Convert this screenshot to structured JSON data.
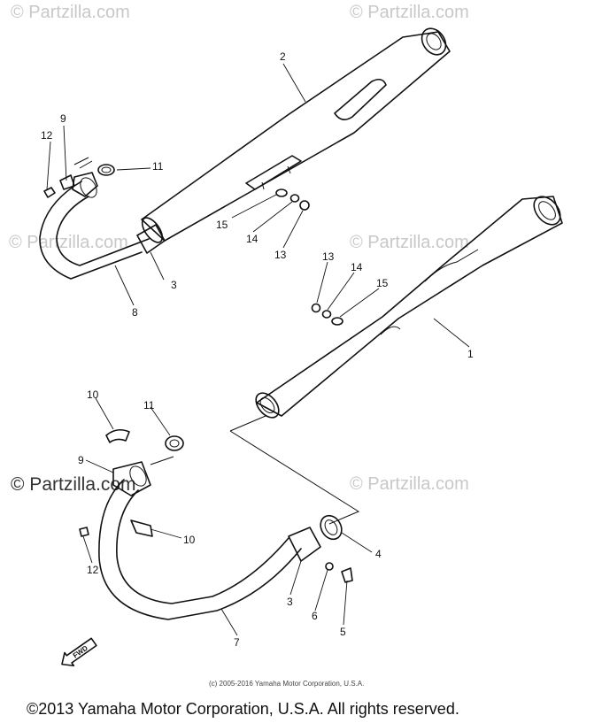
{
  "watermarks": {
    "text": "© Partzilla.com",
    "prominent": "© Partzilla.com"
  },
  "callouts": {
    "part_1": "1",
    "part_2": "2",
    "part_3_upper": "3",
    "part_3_lower": "3",
    "part_4": "4",
    "part_5": "5",
    "part_6": "6",
    "part_7": "7",
    "part_8": "8",
    "part_9_upper": "9",
    "part_9_lower": "9",
    "part_10_upper": "10",
    "part_10_lower": "10",
    "part_11_upper": "11",
    "part_11_lower": "11",
    "part_12_upper": "12",
    "part_12_lower": "12",
    "part_13_left": "13",
    "part_13_right": "13",
    "part_14_left": "14",
    "part_14_right": "14",
    "part_15_left": "15",
    "part_15_right": "15"
  },
  "fwd_label": "FWD",
  "small_copyright": "(c) 2005-2016 Yamaha Motor Corporation, U.S.A.",
  "footer_copyright": "©2013 Yamaha Motor Corporation, U.S.A. All rights reserved.",
  "colors": {
    "line": "#111111",
    "watermark": "#c8c8c8",
    "background": "#ffffff"
  }
}
